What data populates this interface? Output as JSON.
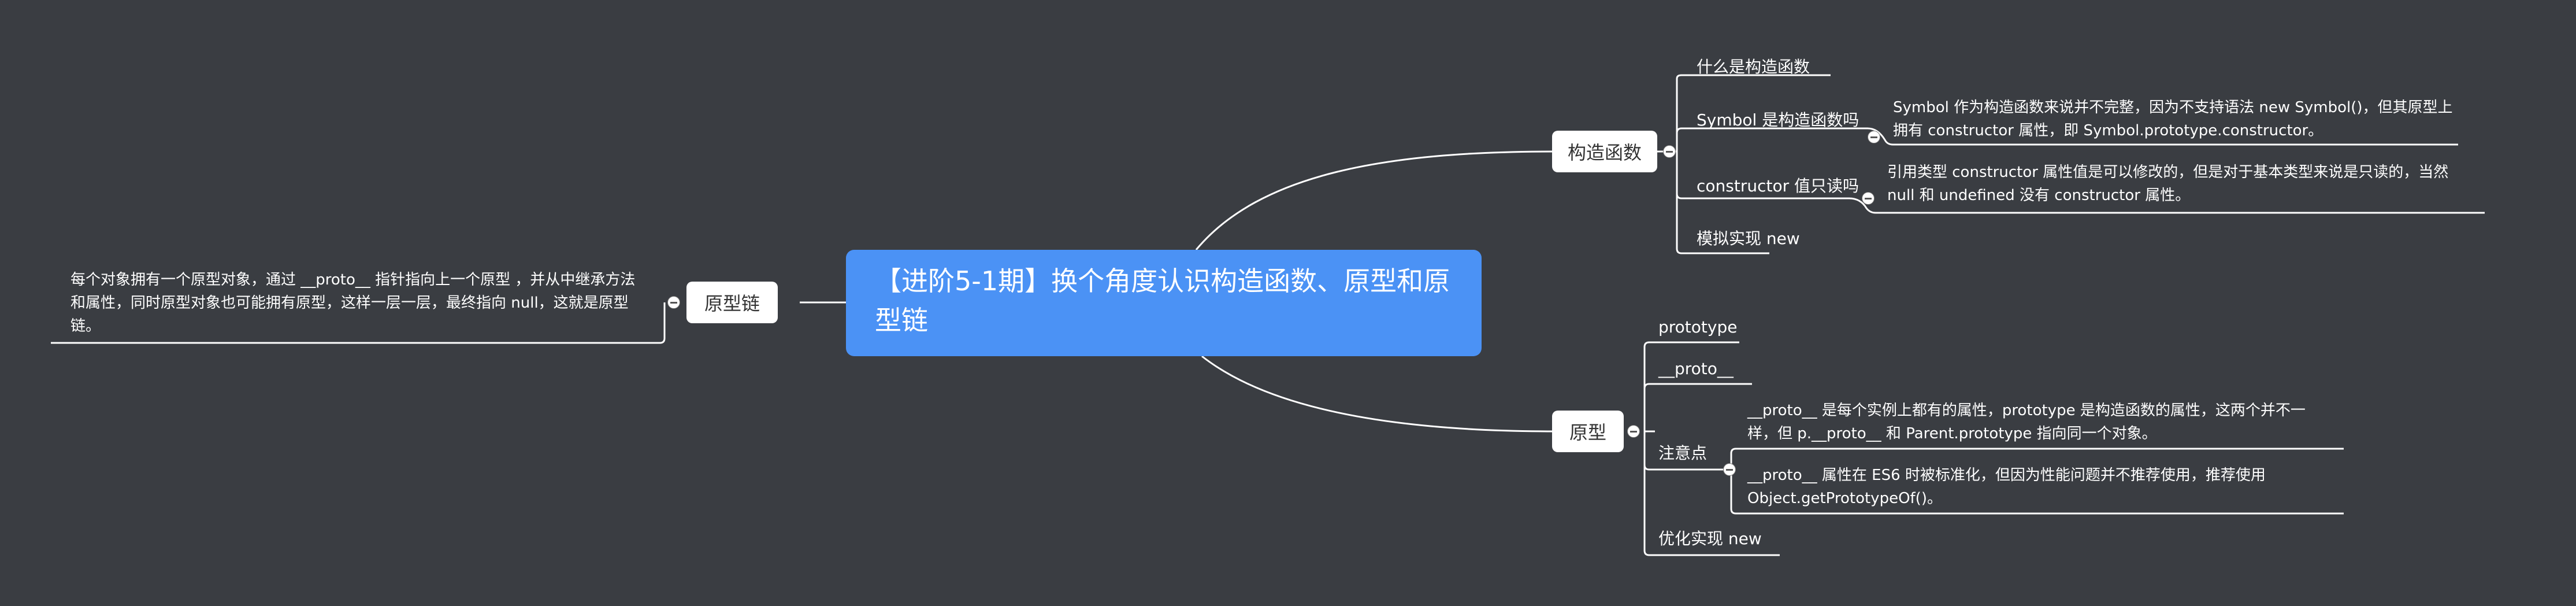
{
  "root": {
    "title": "【进阶5-1期】换个角度认识构造函数、原型和原型链"
  },
  "branches": {
    "constructor": {
      "label": "构造函数",
      "children": {
        "what": "什么是构造函数",
        "symbol": "Symbol 是构造函数吗",
        "symbol_note": "Symbol 作为构造函数来说并不完整，因为不支持语法 new Symbol()，但其原型上拥有 constructor 属性，即 Symbol.prototype.constructor。",
        "readonly": "constructor 值只读吗",
        "readonly_note": "引用类型 constructor 属性值是可以修改的，但是对于基本类型来说是只读的，当然 null 和 undefined 没有 constructor 属性。",
        "mock_new": "模拟实现 new"
      }
    },
    "prototype": {
      "label": "原型",
      "children": {
        "prototype": "prototype",
        "proto": "__proto__",
        "attention": "注意点",
        "attention_note1": "__proto__ 是每个实例上都有的属性，prototype 是构造函数的属性，这两个并不一样，但  p.__proto__ 和 Parent.prototype 指向同一个对象。",
        "attention_note2": "__proto__ 属性在 ES6 时被标准化，但因为性能问题并不推荐使用，推荐使用 Object.getPrototypeOf()。",
        "optimize_new": "优化实现 new"
      }
    },
    "chain": {
      "label": "原型链",
      "note": "每个对象拥有一个原型对象，通过 __proto__ 指针指向上一个原型 ，并从中继承方法和属性，同时原型对象也可能拥有原型，这样一层一层，最终指向 null，这就是原型链。"
    }
  }
}
